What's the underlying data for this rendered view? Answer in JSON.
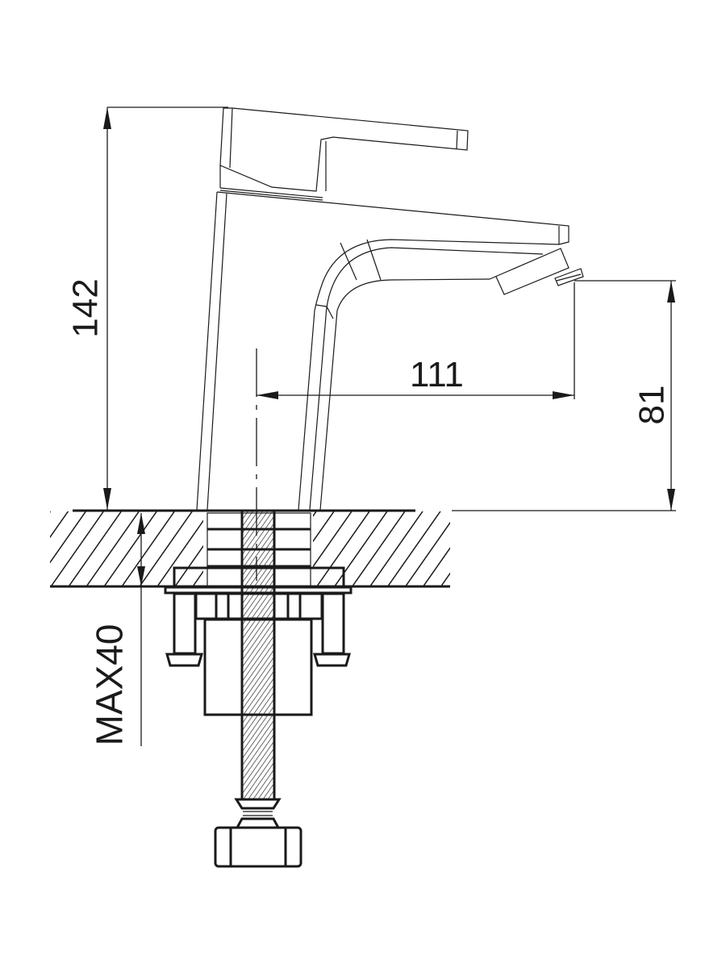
{
  "drawing": {
    "line_color": "#1a1a1a",
    "dimensions": {
      "total_height": "142",
      "spout_reach": "111",
      "spout_height": "81",
      "max_counter_thickness": "MAX40"
    }
  }
}
